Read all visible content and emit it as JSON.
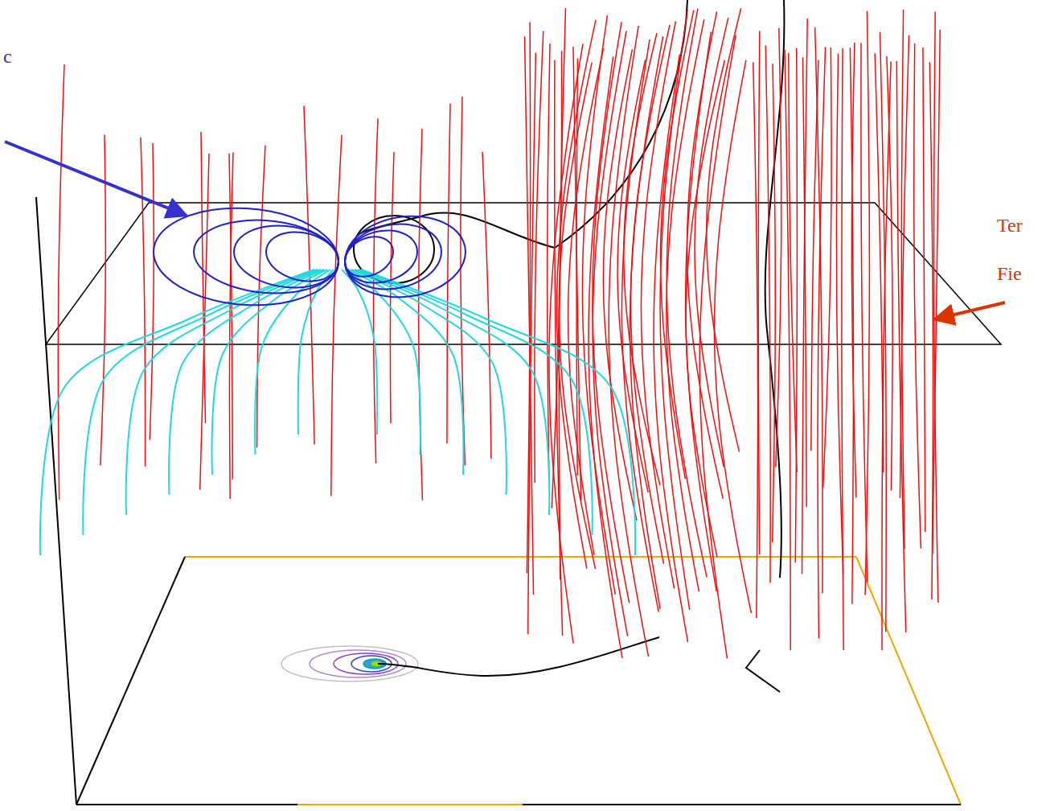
{
  "diagram": {
    "labels": [
      "c",
      "Ter",
      "Fie"
    ]
  }
}
